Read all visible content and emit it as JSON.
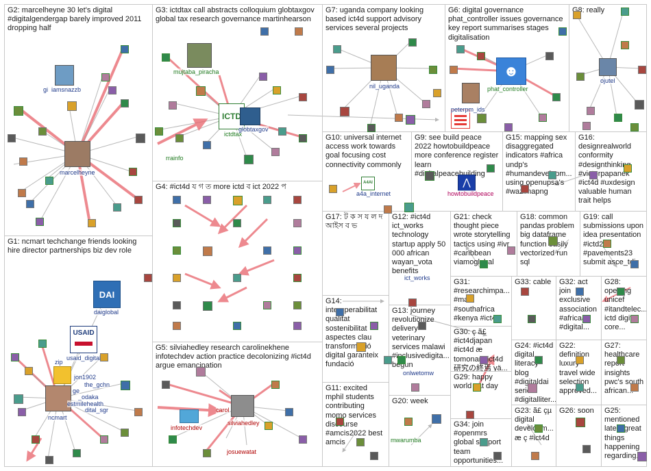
{
  "groups": [
    {
      "id": "G2",
      "title": "G2: marcelheyne 30 let's digital #digitalgendergap barely improved 2011 dropping half"
    },
    {
      "id": "G3",
      "title": "G3: ictdtax call abstracts colloquium globtaxgov global tax research governance martinhearson"
    },
    {
      "id": "G7",
      "title": "G7: uganda company looking based ict4d support advisory services several projects"
    },
    {
      "id": "G6",
      "title": "G6: digital governance phat_controller issues governance key report summarises stages digitalisation"
    },
    {
      "id": "G8",
      "title": "G8: really"
    },
    {
      "id": "G10",
      "title": "G10: universal internet access work towards goal focusing cost connectivity commonly"
    },
    {
      "id": "G9",
      "title": "G9: see build peace 2022 howtobuildpeace more conference register learn #digitalpeacebuilding"
    },
    {
      "id": "G15",
      "title": "G15: mapping sex disaggregated indicators #africa undp's #humandevelopm... using openupsa's #wazimapng"
    },
    {
      "id": "G16",
      "title": "G16: designrealworld conformity #designthinking #victorpapanek #ict4d #uxdesign valuable human trait helps"
    },
    {
      "id": "G4",
      "title": "G4: #ict4d য গ ত more ictd ব ict 2022 প"
    },
    {
      "id": "G1",
      "title": "G1: ncmart techchange friends looking hire director partnerships biz dev role"
    },
    {
      "id": "G17",
      "title": "G17: ট ক স য ল দ আইস ব ভ"
    },
    {
      "id": "G12",
      "title": "G12: #ict4d ict_works technology startup apply 50 000 african wayan_vota benefits"
    },
    {
      "id": "G21",
      "title": "G21: check thought piece wrote storytelling tactics using #ivr #caribbean viamoglobal"
    },
    {
      "id": "G18",
      "title": "G18: common pandas problem big dataframe function easily vectorized run sql"
    },
    {
      "id": "G19",
      "title": "G19: call submissions upon idea presentation #ictd23 #pavements23 submit asce_tdi"
    },
    {
      "id": "G14",
      "title": "G14: interoperabilitat qualitat sostenibilitat aspectes clau transformació digital garanteix fundació"
    },
    {
      "id": "G31",
      "title": "G31: #researchimpa... #mali #southafrica #kenya #ict4d"
    },
    {
      "id": "G33",
      "title": "G33: cable"
    },
    {
      "id": "G32",
      "title": "G32: act join exclusive association #africaâ #digital..."
    },
    {
      "id": "G28",
      "title": "G28: opening unicef #itandtelec... ictd digital core..."
    },
    {
      "id": "G13",
      "title": "G13: journey revolutionize delivery veterinary services malawi #inclusivedigita... begun"
    },
    {
      "id": "G30",
      "title": "G30: ç ã£ #ict4djapan #ict4d æ tomonarit ict4d 研究の終焉 yä..."
    },
    {
      "id": "G24",
      "title": "G24: #ict4d digital literacy blog #digitaldai series #digitalliter..."
    },
    {
      "id": "G22",
      "title": "G22: definition luxury travel wide selection approved..."
    },
    {
      "id": "G27",
      "title": "G27: healthcare report insights pwc's south african..."
    },
    {
      "id": "G5",
      "title": "G5: silviahedley research carolinekhene infotechdev action practice decolonizing #ict4d argue emancipation"
    },
    {
      "id": "G11",
      "title": "G11: excited mphil students contributing momo services discourse #amcis2022 best amcis"
    },
    {
      "id": "G29",
      "title": "G29: happy world cat day"
    },
    {
      "id": "G20",
      "title": "G20: week"
    },
    {
      "id": "G23",
      "title": "G23: ã£ çµ digital developm... æ ç #ict4d"
    },
    {
      "id": "G26",
      "title": "G26: soon"
    },
    {
      "id": "G25",
      "title": "G25: mentioned lately great things happening regarding..."
    },
    {
      "id": "G34",
      "title": "G34: join #openmrs global support team opportunities..."
    }
  ],
  "labels": {
    "marcelheyne": "marcelheyne",
    "iamsnazzb": "iamsnazzb",
    "gi": "gi",
    "mujtaba": "mujtaba_piracha",
    "ictdtax": "ictdtax",
    "globtaxgov": "globtaxgov",
    "rrainfo": "rrainfo",
    "nil_uganda": "nil_uganda",
    "phat_controller": "phat_controller",
    "peterpm_ids": "peterpm_ids",
    "ojutel": "ojutel",
    "a4a_internet": "a4a_internet",
    "howtobuildpeace": "howtobuildpeace",
    "daiglobal": "daiglobal",
    "usaid_digital": "usaid_digital",
    "jon1902": "jon1902",
    "the_gchn": "the_gchn",
    "ncmart": "ncmart",
    "estmilehealth": "estmilehealth",
    "zip": "zip",
    "ict_works": "ict_works",
    "onlwetomw": "onlwetomw",
    "carol": "carol",
    "silviahedley": "silviahedley",
    "infotechdev": "infotechdev",
    "josuewatat": "josuewatat",
    "mwarumba": "mwarumba",
    "ge": "ge",
    "dtal_sgr": "dital_sgr",
    "odaka": "_odaka",
    "dai_logo": "DAI",
    "usaid_logo": "USAID",
    "ictd_logo": "ICTD",
    "a4ai_logo": "A4AI"
  },
  "colors": {
    "edge_red": "#e8626a",
    "edge_gray": "#9a9a9a",
    "box_border": "#c8c8c8",
    "label_blue": "#1f3a8a"
  }
}
